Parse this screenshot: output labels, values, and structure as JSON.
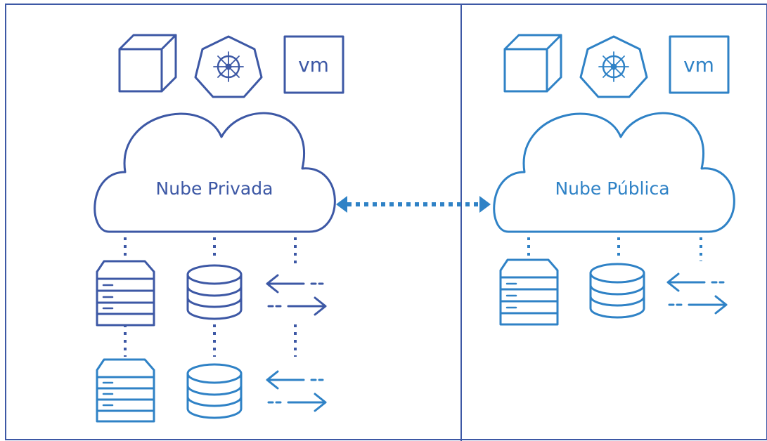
{
  "private_cloud": {
    "label": "Nube Privada",
    "color": "#3d58a5",
    "icons": [
      "cube-icon",
      "kubernetes-icon",
      "vm-icon"
    ],
    "vm_label": "vm"
  },
  "public_cloud": {
    "label": "Nube Pública",
    "color": "#2f82c6",
    "icons": [
      "cube-icon",
      "kubernetes-icon",
      "vm-icon"
    ],
    "vm_label": "vm"
  },
  "infrastructure": {
    "private_rows": [
      [
        "server-icon",
        "database-icon",
        "network-arrows-icon"
      ],
      [
        "server-icon",
        "database-icon",
        "network-arrows-icon"
      ]
    ],
    "public_rows": [
      [
        "server-icon",
        "database-icon",
        "network-arrows-icon"
      ]
    ]
  },
  "connection": {
    "type": "bidirectional-dotted-arrow"
  },
  "colors": {
    "border": "#3d58a5",
    "private": "#3d58a5",
    "public": "#2f82c6"
  }
}
